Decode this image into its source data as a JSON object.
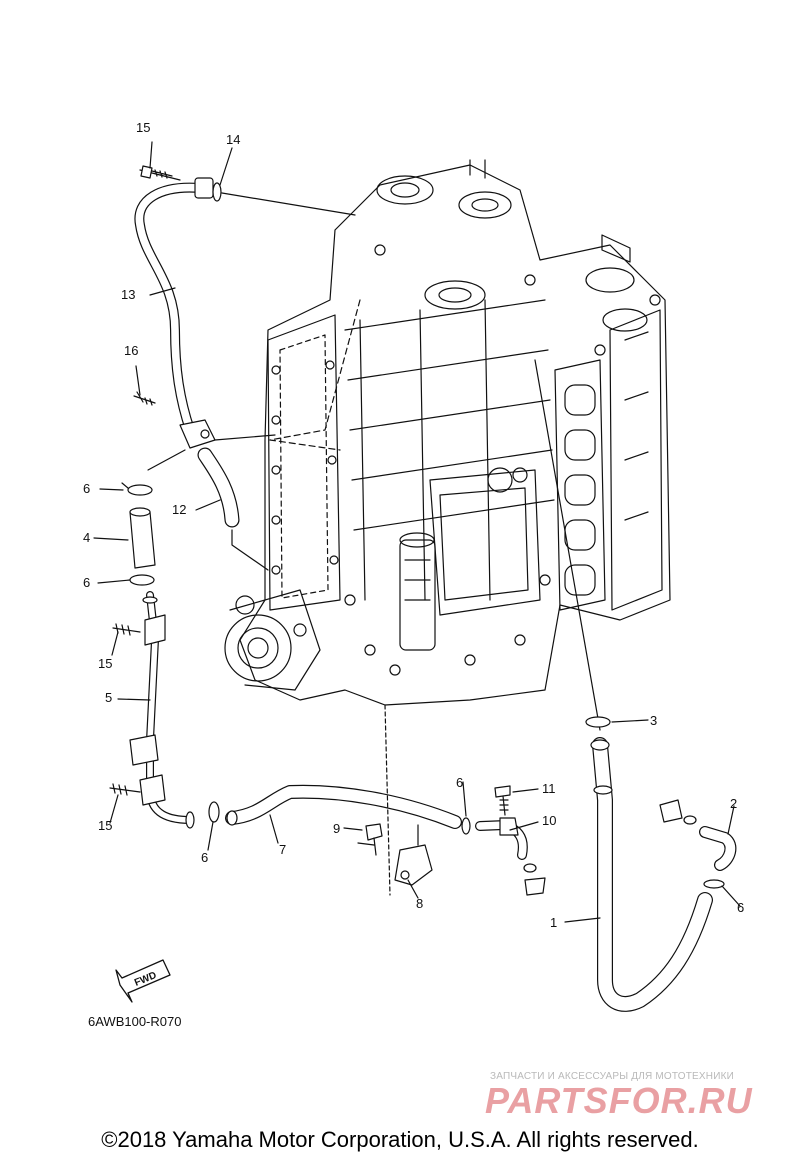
{
  "diagram": {
    "code": "6AWB100-R070",
    "fwd_label": "FWD",
    "callouts": {
      "n1": "1",
      "n2": "2",
      "n3": "3",
      "n4": "4",
      "n5": "5",
      "n6a": "6",
      "n6b": "6",
      "n6c": "6",
      "n6d": "6",
      "n6e": "6",
      "n7": "7",
      "n8": "8",
      "n9": "9",
      "n10": "10",
      "n11": "11",
      "n12": "12",
      "n13": "13",
      "n14": "14",
      "n15a": "15",
      "n15b": "15",
      "n15c": "15",
      "n16": "16"
    }
  },
  "watermark": {
    "subtitle": "ЗАПЧАСТИ И АКСЕССУАРЫ ДЛЯ МОТОТЕХНИКИ",
    "logo": "PARTSFOR.RU"
  },
  "footer": {
    "copyright": "©2018 Yamaha Motor Corporation, U.S.A. All rights reserved."
  },
  "colors": {
    "line": "#111111",
    "watermark_logo": "#e9a0a3",
    "watermark_subtitle": "#b9b9b9"
  }
}
